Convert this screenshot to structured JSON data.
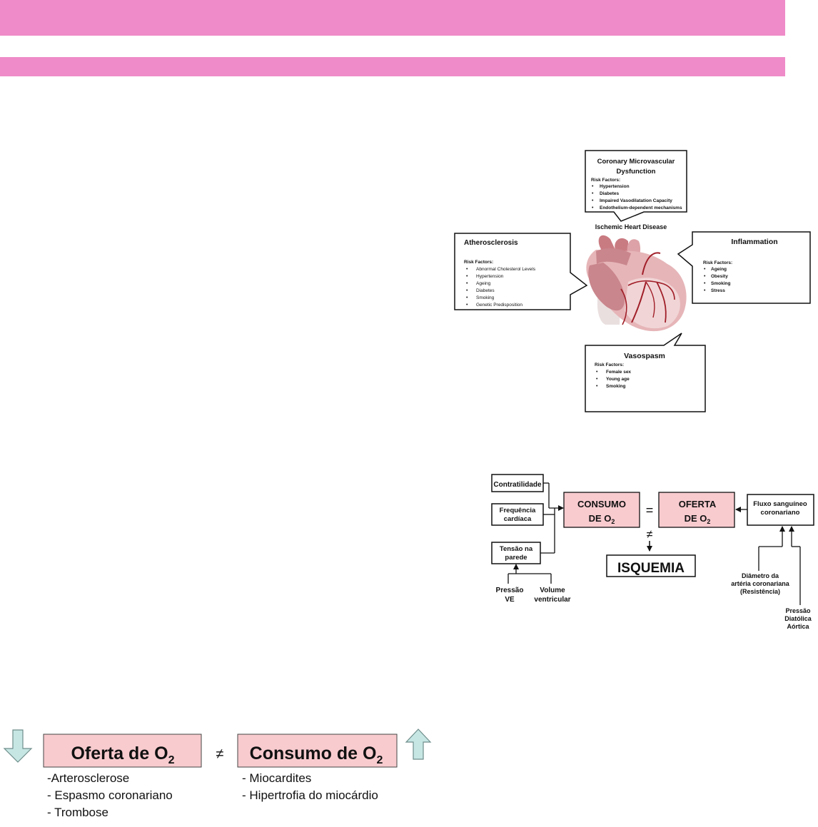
{
  "page": {
    "bg": "#ffffff",
    "band_color": "#ef8bc8"
  },
  "ihd": {
    "center_label": "Ischemic Heart Disease",
    "risk_factors_label": "Risk Factors:",
    "boxes": {
      "microvascular": {
        "title_line1": "Coronary Microvascular",
        "title_line2": "Dysfunction",
        "items": [
          "Hypertension",
          "Diabetes",
          "Impaired Vasodilatation Capacity",
          "Endothelium-dependent mechanisms"
        ]
      },
      "atherosclerosis": {
        "title": "Atherosclerosis",
        "items": [
          "Abnormal Cholesterol Levels",
          "Hypertension",
          "Ageing",
          "Diabetes",
          "Smoking",
          "Genetic Predisposition"
        ]
      },
      "inflammation": {
        "title": "Inflammation",
        "items": [
          "Ageing",
          "Obesity",
          "Smoking",
          "Stress"
        ]
      },
      "vasospasm": {
        "title": "Vasospasm",
        "items": [
          "Female sex",
          "Young age",
          "Smoking"
        ]
      }
    }
  },
  "o2_diagram": {
    "inputs": {
      "contratilidade": "Contratilidade",
      "frequencia_line1": "Frequência",
      "frequencia_line2": "cardíaca",
      "tensao_line1": "Tensão na",
      "tensao_line2": "parede"
    },
    "consumo_line1": "CONSUMO",
    "consumo_line2": "DE O",
    "oferta_line1": "OFERTA",
    "oferta_line2": "DE O",
    "subscript": "2",
    "equals": "=",
    "not_equal": "≠",
    "isquemia": "ISQUEMIA",
    "fluxo_line1": "Fluxo sanguíneo",
    "fluxo_line2": "coronariano",
    "pressao_ve_line1": "Pressão",
    "pressao_ve_line2": "VE",
    "volume_line1": "Volume",
    "volume_line2": "ventricular",
    "diametro_line1": "Diâmetro da",
    "diametro_line2": "artéria coronariana",
    "diametro_line3": "(Resistência)",
    "pressao_diast_line1": "Pressão",
    "pressao_diast_line2": "Diatólica",
    "pressao_diast_line3": "Aórtica",
    "box_fill": "#f8cbcf"
  },
  "balance": {
    "oferta_label": "Oferta de O",
    "consumo_label": "Consumo de O",
    "subscript": "2",
    "not_equal": "≠",
    "oferta_causes": [
      "-Arterosclerose",
      "- Espasmo coronariano",
      "- Trombose"
    ],
    "consumo_causes": [
      "- Miocardites",
      "- Hipertrofia do miocárdio"
    ],
    "arrow_color": "#c6e6e4",
    "box_fill": "#f8cbcf"
  }
}
